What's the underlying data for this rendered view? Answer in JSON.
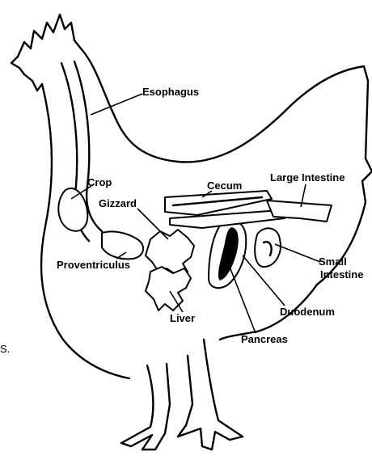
{
  "labels": {
    "esophagus": "Esophagus",
    "crop": "Crop",
    "gizzard": "Gizzard",
    "cecum": "Cecum",
    "large_intestine": "Large Intestine",
    "small_intestine_line1": "Small",
    "small_intestine_line2": "Intestine",
    "proventriculus": "Proventriculus",
    "liver": "Liver",
    "duodenum": "Duodenum",
    "pancreas": "Pancreas"
  },
  "stray_text": "S."
}
